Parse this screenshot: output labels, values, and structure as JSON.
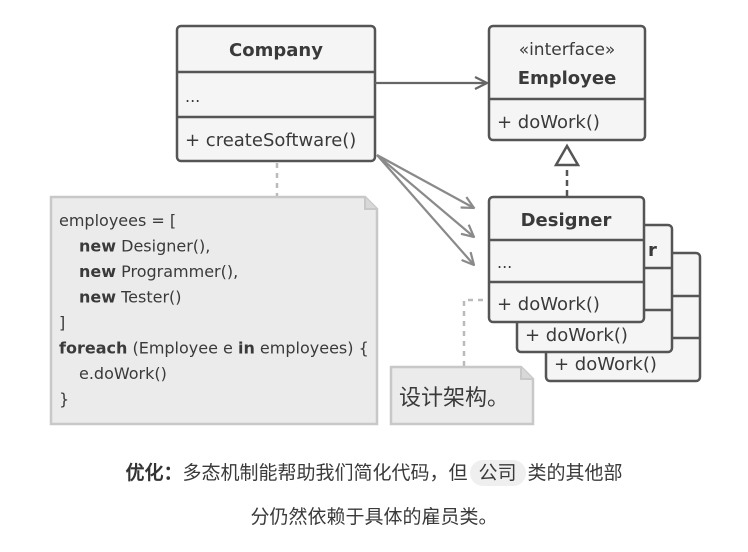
{
  "diagram": {
    "company": {
      "name": "Company",
      "fields": "...",
      "method": "+ createSoftware()"
    },
    "employee": {
      "stereotype": "«interface»",
      "name": "Employee",
      "method": "+ doWork()"
    },
    "designer": {
      "name": "Designer",
      "fields": "...",
      "method": "+ doWork()"
    },
    "programmer": {
      "name_fragment": "r",
      "method": "+ doWork()"
    },
    "tester": {
      "method": "+ doWork()"
    },
    "code_note": {
      "lines": [
        {
          "kw": "",
          "text": "employees = ["
        },
        {
          "kw": "new",
          "text": " Designer(),"
        },
        {
          "kw": "new",
          "text": " Programmer(),"
        },
        {
          "kw": "new",
          "text": " Tester()"
        },
        {
          "kw": "",
          "text": "]"
        },
        {
          "kw": "foreach",
          "text": " (Employee e ",
          "kw2": "in",
          "text2": " employees) {"
        },
        {
          "kw": "",
          "text": "e.doWork()"
        },
        {
          "kw": "",
          "text": "}"
        }
      ]
    },
    "design_note": "设计架构。"
  },
  "caption": {
    "label": "优化：",
    "text_before": "多态机制能帮助我们简化代码，但",
    "chip": "公司",
    "text_after": "类的其他部",
    "line2": "分仍然依赖于具体的雇员类。"
  },
  "colors": {
    "box_fill": "#f5f5f5",
    "box_stroke": "#555555",
    "note_fill": "#ebebeb",
    "note_stroke": "#cccccc",
    "arrow": "#888888"
  }
}
